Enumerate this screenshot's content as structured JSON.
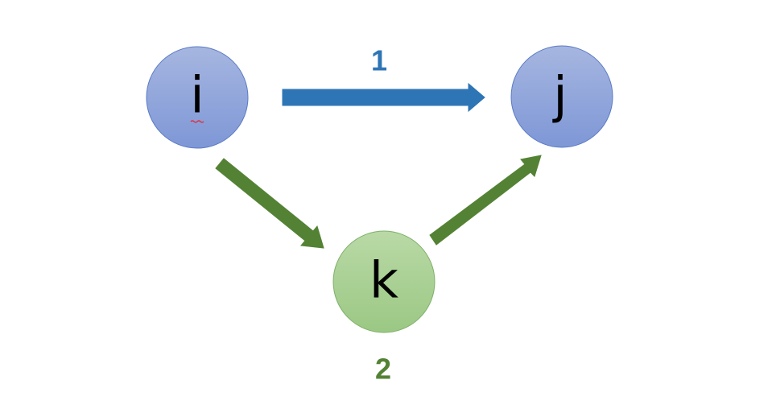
{
  "colors": {
    "blue_node_top": "#a6b6e0",
    "blue_node_bottom": "#7e97d6",
    "blue_node_stroke": "#5b7bc4",
    "green_node_top": "#b9d9a6",
    "green_node_bottom": "#9bc884",
    "green_node_stroke": "#7fb069",
    "blue_arrow": "#2e75b6",
    "green_arrow": "#548235",
    "squiggle": "#e0303b"
  },
  "nodes": {
    "i": {
      "label": "i",
      "style": "blue"
    },
    "j": {
      "label": "j",
      "style": "blue"
    },
    "k": {
      "label": "k",
      "style": "green"
    }
  },
  "edges": {
    "direct": {
      "from": "i",
      "to": "j",
      "label": "1",
      "color": "blue"
    },
    "i_to_k": {
      "from": "i",
      "to": "k",
      "color": "green"
    },
    "k_to_j": {
      "from": "k",
      "to": "j",
      "color": "green"
    },
    "via_k_label": "2"
  }
}
